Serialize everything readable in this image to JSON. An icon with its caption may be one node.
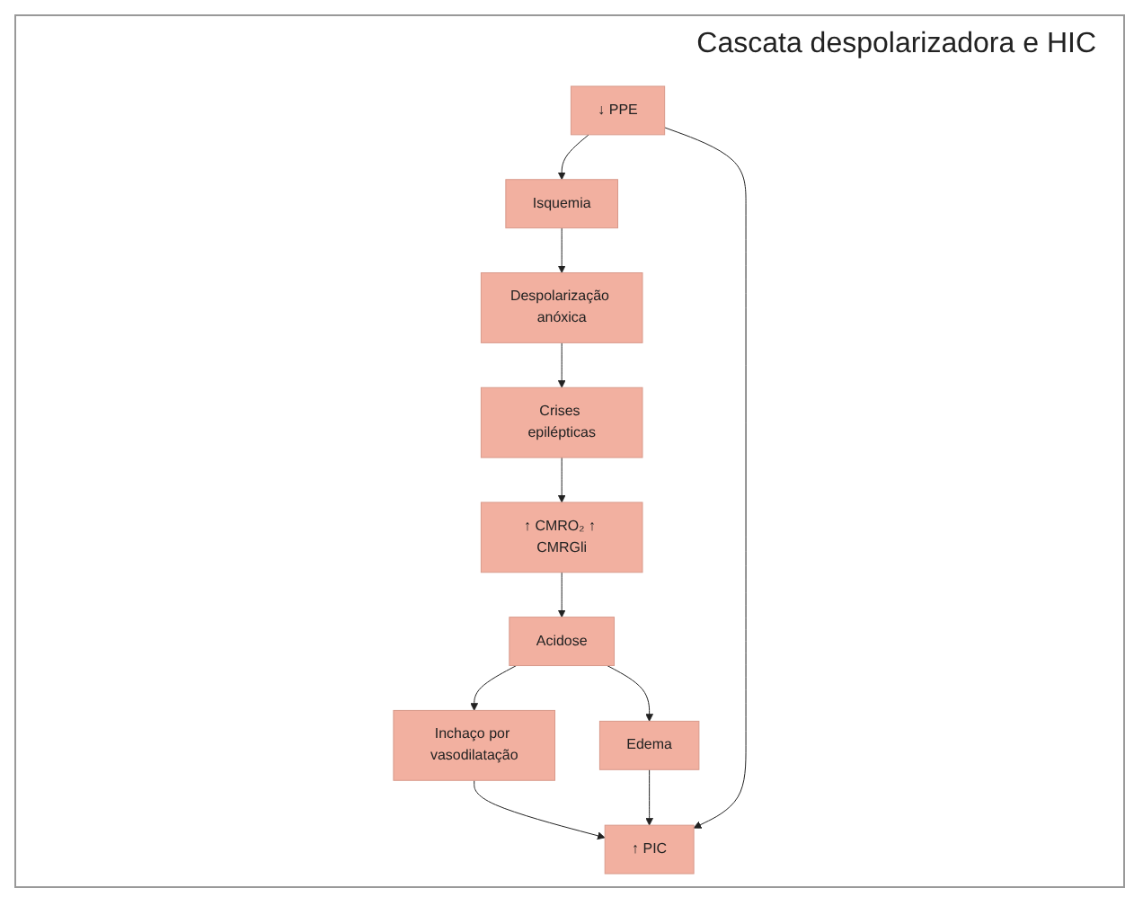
{
  "diagram": {
    "title": "Cascata despolarizadora e HIC",
    "nodes": [
      {
        "text": [
          "Isquemia"
        ]
      },
      {
        "text": [
          "Despolarização anóxica"
        ]
      },
      {
        "text": [
          "Crises epilépticas"
        ]
      },
      {
        "text": [
          "↓ PPE"
        ]
      },
      {
        "text": [
          "↑ CMRO₂ ↑ CMRGli"
        ]
      },
      {
        "text": [
          "↑ PIC"
        ]
      },
      {
        "text": [
          "Inchaço por vasodilatação"
        ]
      },
      {
        "text": [
          "Acidose"
        ]
      },
      {
        "text": [
          "Edema"
        ]
      }
    ],
    "edges": [
      {
        "from": 0,
        "to": 1,
        "arrow": "to"
      },
      {
        "from": 1,
        "to": 2,
        "arrow": "to"
      },
      {
        "from": 2,
        "to": 4,
        "arrow": "to"
      },
      {
        "from": 4,
        "to": 7,
        "arrow": "to"
      },
      {
        "from": 7,
        "to": 6,
        "arrow": "to"
      },
      {
        "from": 6,
        "to": 5,
        "arrow": "to"
      },
      {
        "from": 7,
        "to": 8,
        "arrow": "to"
      },
      {
        "from": 8,
        "to": 5,
        "arrow": "to"
      },
      {
        "from": 3,
        "to": 0,
        "arrow": "to"
      },
      {
        "from": 3,
        "to": 5,
        "arrow": "to"
      }
    ]
  }
}
